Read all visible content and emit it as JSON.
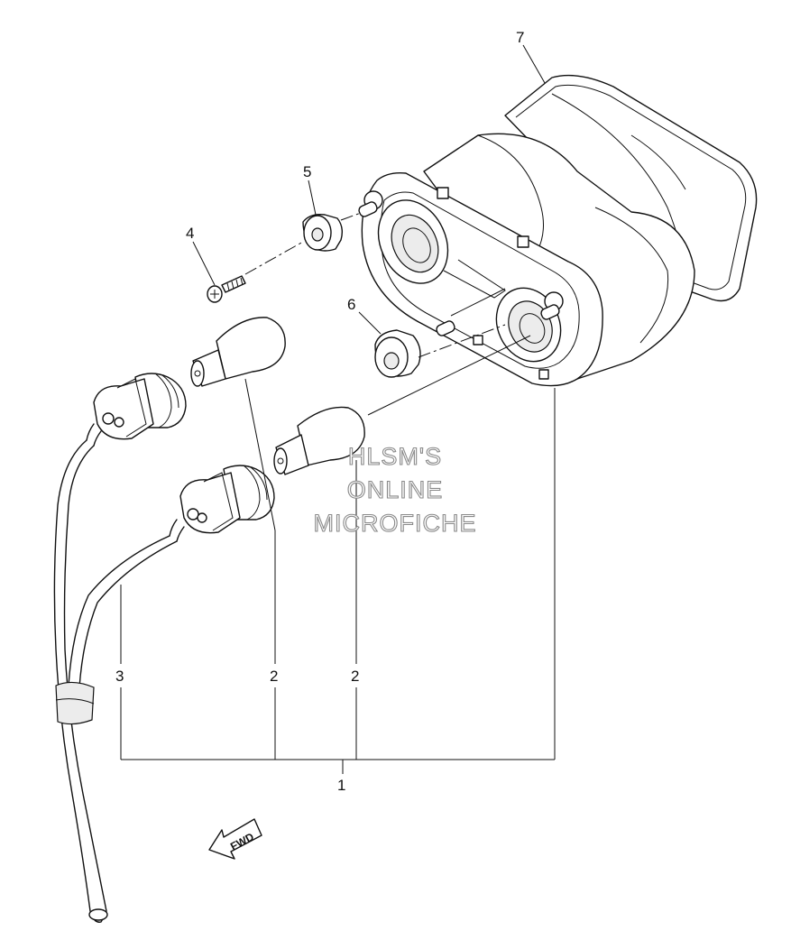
{
  "watermark": {
    "line1": "HLSM'S",
    "line2": "ONLINE",
    "line3": "MICROFICHE"
  },
  "direction_label": "FWD",
  "callouts": {
    "c1": "1",
    "c2a": "2",
    "c2b": "2",
    "c3": "3",
    "c4": "4",
    "c5": "5",
    "c6": "6",
    "c7": "7"
  }
}
